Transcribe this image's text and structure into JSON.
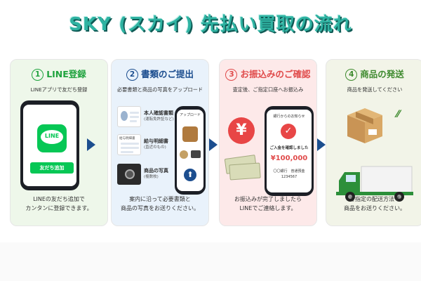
{
  "title": "SKY (スカイ) 先払い買取の流れ",
  "colors": {
    "title": "#2fb3a2",
    "step1": "#1fa33e",
    "step2": "#1c4e8f",
    "step3": "#e04a4a",
    "step4": "#3e8a2e",
    "arrow": "#1c4e8f"
  },
  "steps": [
    {
      "num": "1",
      "heading": "LINE登録",
      "sub": "LINEアプリで友だち登録",
      "logo_text": "LINE",
      "button": "友だち追加",
      "desc_lines": [
        "LINEの友だち追加で",
        "カンタンに登録できます。"
      ]
    },
    {
      "num": "2",
      "heading": "書類のご提出",
      "sub": "必要書類と商品の写真をアップロード",
      "docs": [
        {
          "label": "本人確認書類",
          "note": "(運転免許証など)"
        },
        {
          "label": "給与明細書",
          "note": "(直近のもの)",
          "box_text": "給与明細書"
        },
        {
          "label": "商品の写真",
          "note": "(複数枚)"
        }
      ],
      "phone_header": "アップロード",
      "desc_lines": [
        "案内に沿って必要書類と",
        "商品の写真をお送りください。"
      ]
    },
    {
      "num": "3",
      "heading": "お振込みのご確認",
      "sub": "査定後、ご指定口座へお振込み",
      "yen": "¥",
      "phone_header": "銀行からのお知らせ",
      "confirm": "ご入金を確認しました",
      "amount": "¥100,000",
      "account_bank": "〇〇銀行　普通預金",
      "account_no": "1234567",
      "desc_lines": [
        "お振込みが完了しましたら",
        "LINEでご連絡します。"
      ]
    },
    {
      "num": "4",
      "heading": "商品の発送",
      "sub": "商品を発送してください",
      "desc_lines": [
        "ご指定の配送方法で",
        "商品をお送りください。"
      ]
    }
  ]
}
